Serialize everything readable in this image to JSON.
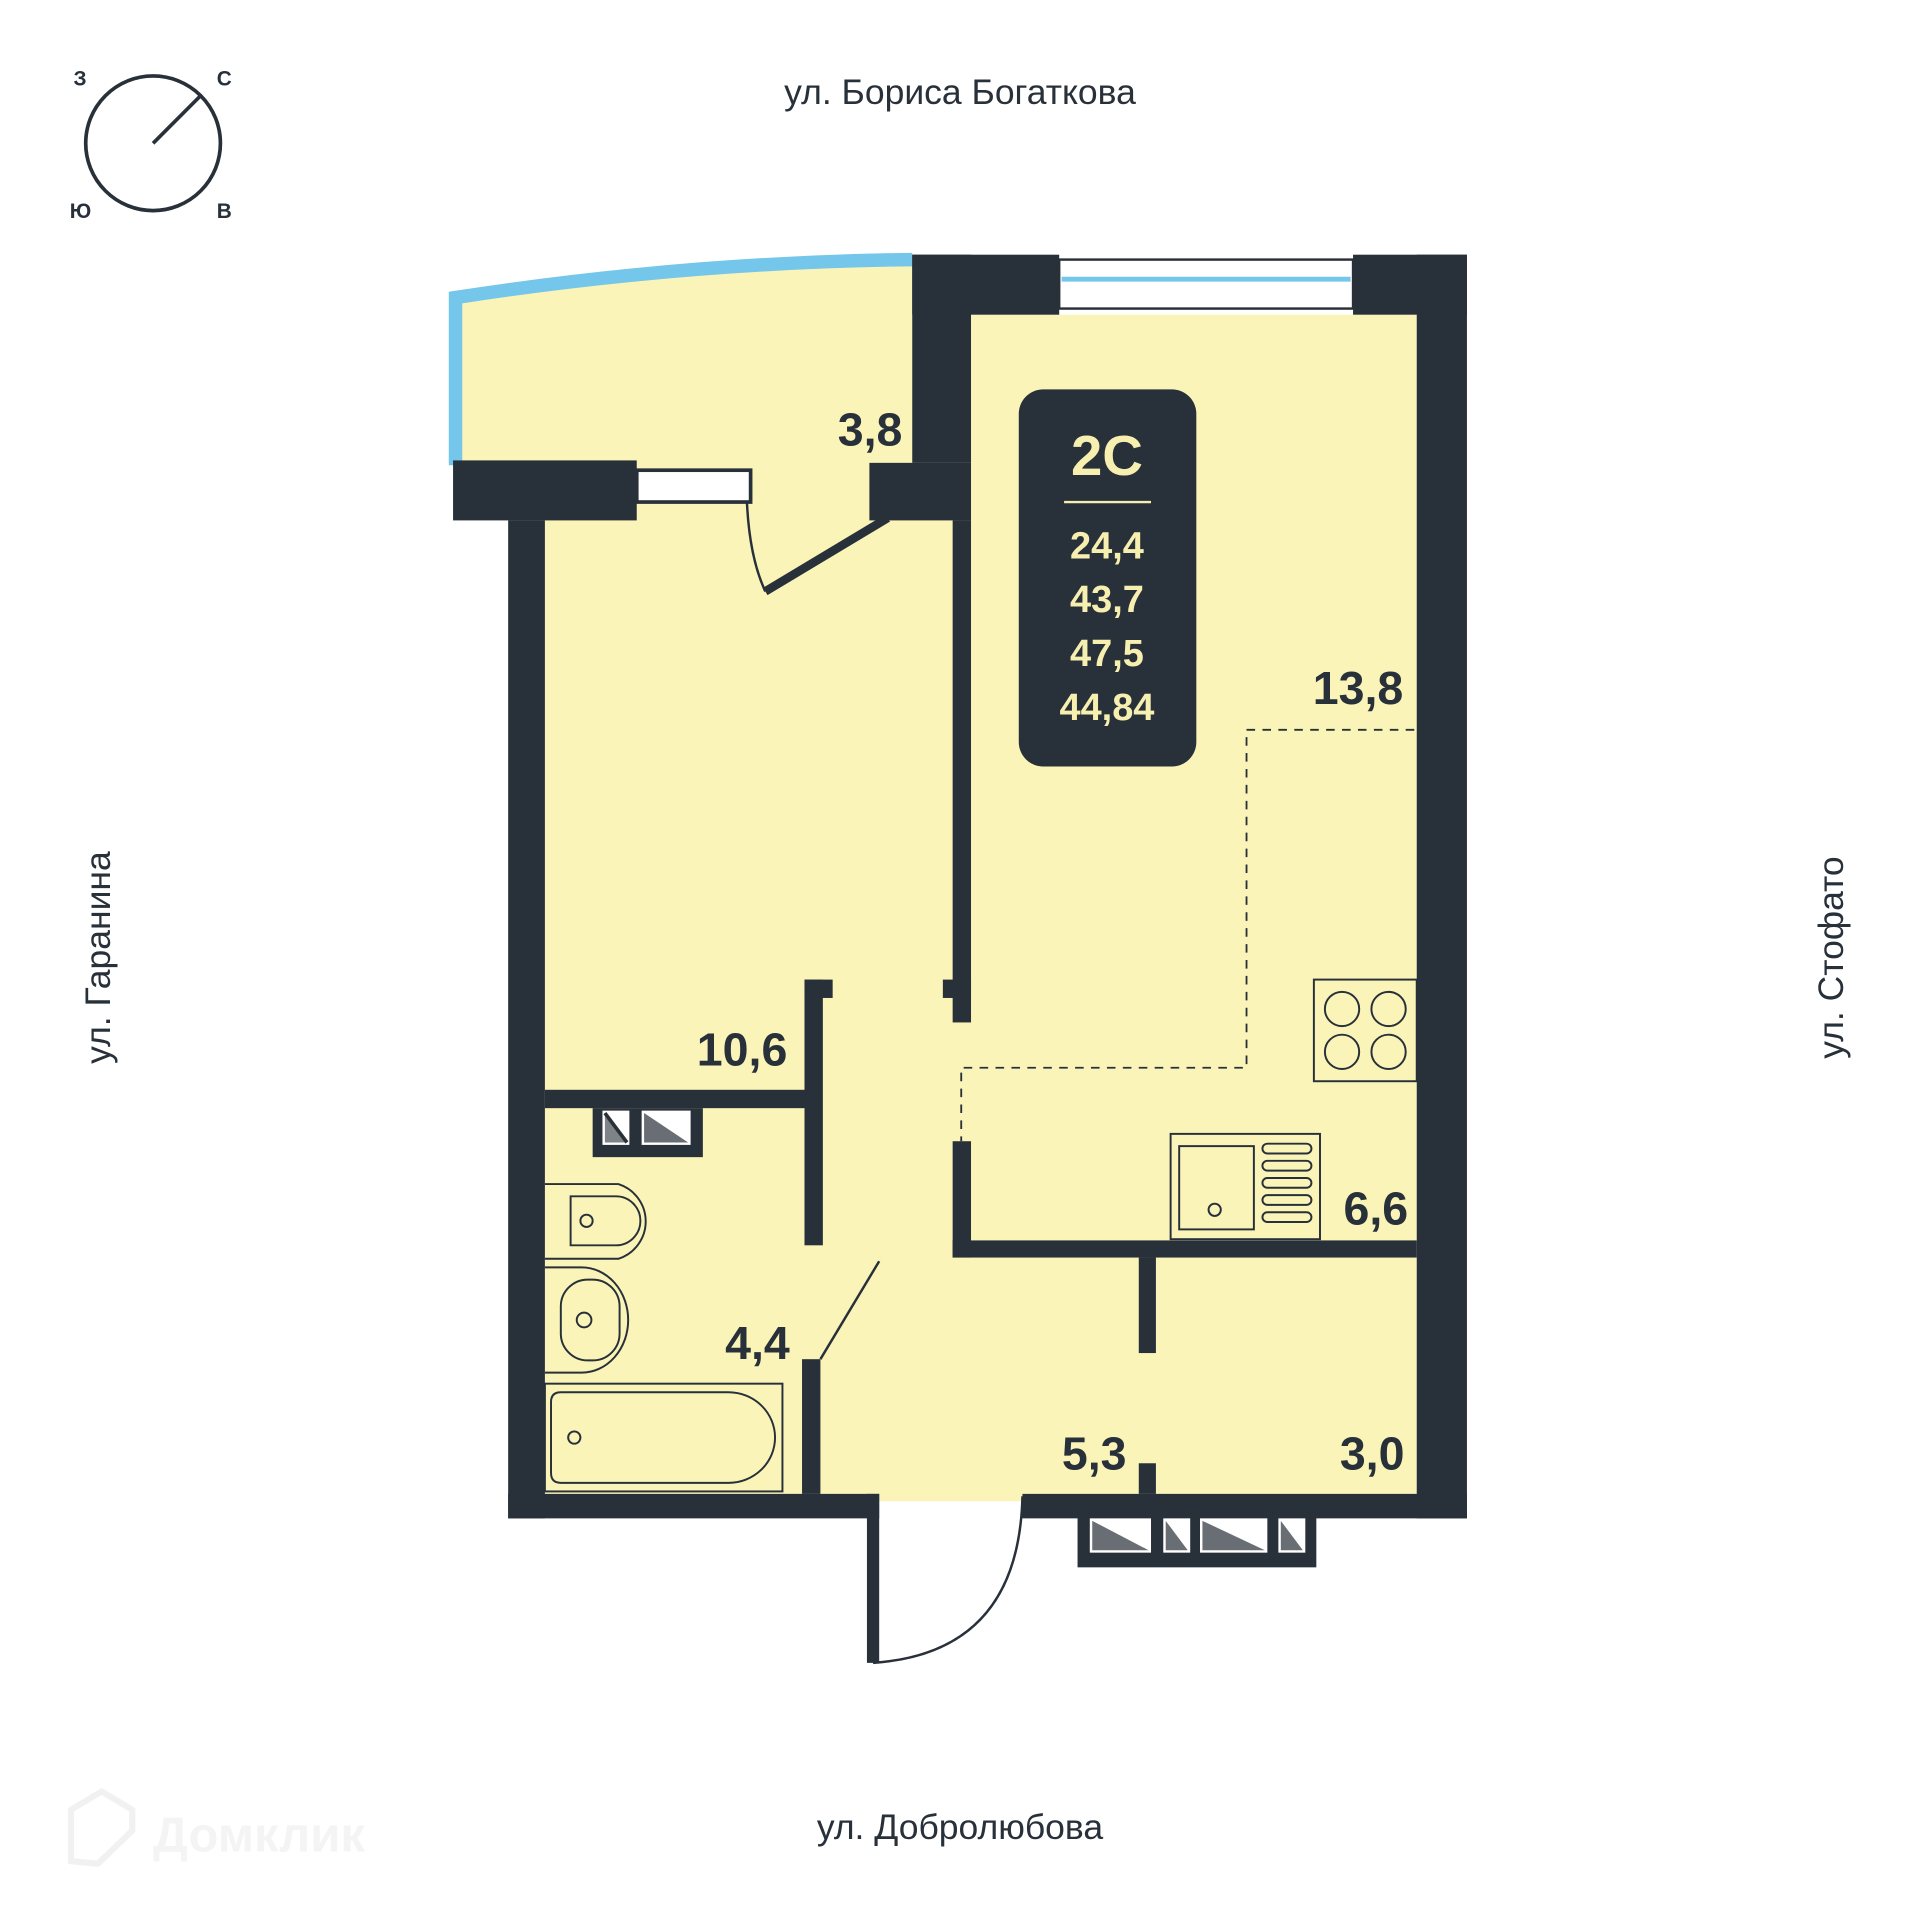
{
  "compass": {
    "north": "С",
    "west": "З",
    "south": "Ю",
    "east": "В"
  },
  "streets": {
    "top": "ул. Бориса Богаткова",
    "bottom": "ул. Добролюбова",
    "left": "ул. Гаранина",
    "right": "ул. Стофато"
  },
  "apartment": {
    "type": "2С",
    "living_area": "24,4",
    "total_area": "43,7",
    "total_with_balcony": "47,5",
    "reduced_area": "44,84"
  },
  "rooms": {
    "balcony": "3,8",
    "bedroom": "10,6",
    "living": "13,8",
    "kitchen": "6,6",
    "bathroom": "4,4",
    "hallway": "5,3",
    "storage": "3,0"
  },
  "watermark": "Домклик",
  "colors": {
    "wall": "#283039",
    "floor": "#faf4b9",
    "glass": "#74c6ea"
  }
}
